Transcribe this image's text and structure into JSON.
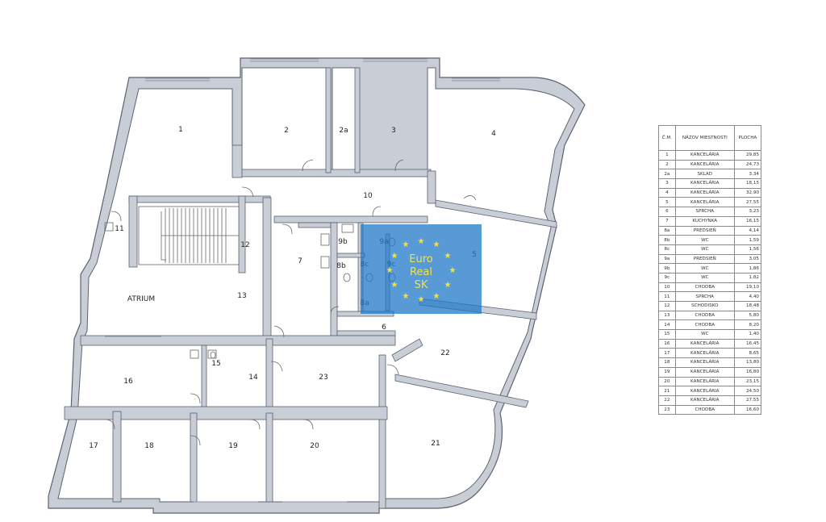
{
  "rooms": {
    "r1": "1",
    "r2": "2",
    "r2a": "2a",
    "r3": "3",
    "r4": "4",
    "r5": "5",
    "r6": "6",
    "r7": "7",
    "r8a": "8a",
    "r8b": "8b",
    "r8c": "8c",
    "r9a": "9a",
    "r9b": "9b",
    "r9c": "9c",
    "r10": "10",
    "r11": "11",
    "r12": "12",
    "r13": "13",
    "r14": "14",
    "r15": "15",
    "r16": "16",
    "r17": "17",
    "r18": "18",
    "r19": "19",
    "r20": "20",
    "r21": "21",
    "r22": "22",
    "r23": "23",
    "atrium": "ATRIUM"
  },
  "legend": {
    "headers": [
      "Č.M.",
      "NÁZOV MIESTNOSTI",
      "PLOCHA"
    ],
    "rows": [
      [
        "1",
        "KANCELÁRIA",
        "29,85"
      ],
      [
        "2",
        "KANCELÁRIA",
        "24,73"
      ],
      [
        "2a",
        "SKLAD",
        "3,34"
      ],
      [
        "3",
        "KANCELÁRIA",
        "18,15"
      ],
      [
        "4",
        "KANCELÁRIA",
        "32,90"
      ],
      [
        "5",
        "KANCELÁRIA",
        "27,55"
      ],
      [
        "6",
        "SPRCHA",
        "3,23"
      ],
      [
        "7",
        "KUCHYNKA",
        "16,15"
      ],
      [
        "8a",
        "PREDSIEŇ",
        "4,14"
      ],
      [
        "8b",
        "WC",
        "1,59"
      ],
      [
        "8c",
        "WC",
        "1,56"
      ],
      [
        "9a",
        "PREDSIEŇ",
        "3,05"
      ],
      [
        "9b",
        "WC",
        "1,86"
      ],
      [
        "9c",
        "WC",
        "1,82"
      ],
      [
        "10",
        "CHODBA",
        "19,10"
      ],
      [
        "11",
        "SPRCHA",
        "4,40"
      ],
      [
        "12",
        "SCHODISKO",
        "18,48"
      ],
      [
        "13",
        "CHODBA",
        "5,80"
      ],
      [
        "14",
        "CHODBA",
        "8,20"
      ],
      [
        "15",
        "WC",
        "1,40"
      ],
      [
        "16",
        "KANCELÁRIA",
        "16,45"
      ],
      [
        "17",
        "KANCELÁRIA",
        "8,65"
      ],
      [
        "18",
        "KANCELÁRIA",
        "13,80"
      ],
      [
        "19",
        "KANCELÁRIA",
        "16,80"
      ],
      [
        "20",
        "KANCELÁRIA",
        "23,15"
      ],
      [
        "21",
        "KANCELÁRIA",
        "24,50"
      ],
      [
        "22",
        "KANCELÁRIA",
        "27,55"
      ],
      [
        "23",
        "CHODBA",
        "16,60"
      ]
    ]
  },
  "logo": {
    "line1": "Euro",
    "line2": "Real",
    "line3": "SK",
    "bg": "#2078c8",
    "fg": "#f2e24a"
  },
  "colors": {
    "wall": "#c8cdd6",
    "outline": "#5c6270"
  }
}
